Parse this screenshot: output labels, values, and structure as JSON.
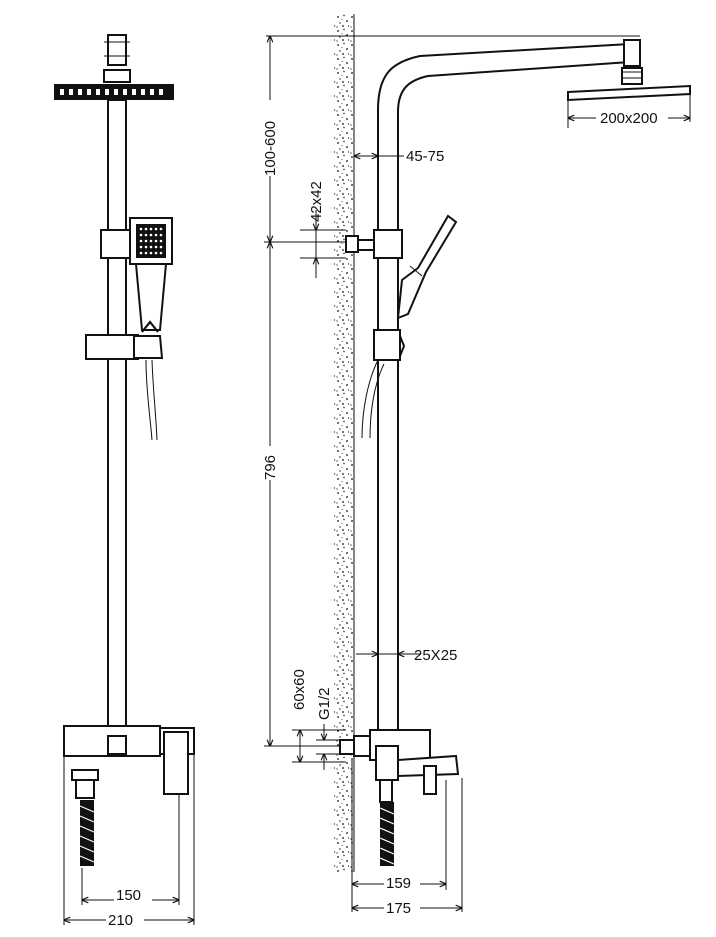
{
  "drawing": {
    "labels": {
      "head_size": "200x200",
      "arm_projection": "45-75",
      "top_height": "100-600",
      "holder_size": "42x42",
      "rail_height": "796",
      "column_section": "25X25",
      "flange_size": "60x60",
      "thread": "G1/2",
      "spout_159": "159",
      "spout_175": "175",
      "centers_150": "150",
      "width_210": "210"
    }
  }
}
